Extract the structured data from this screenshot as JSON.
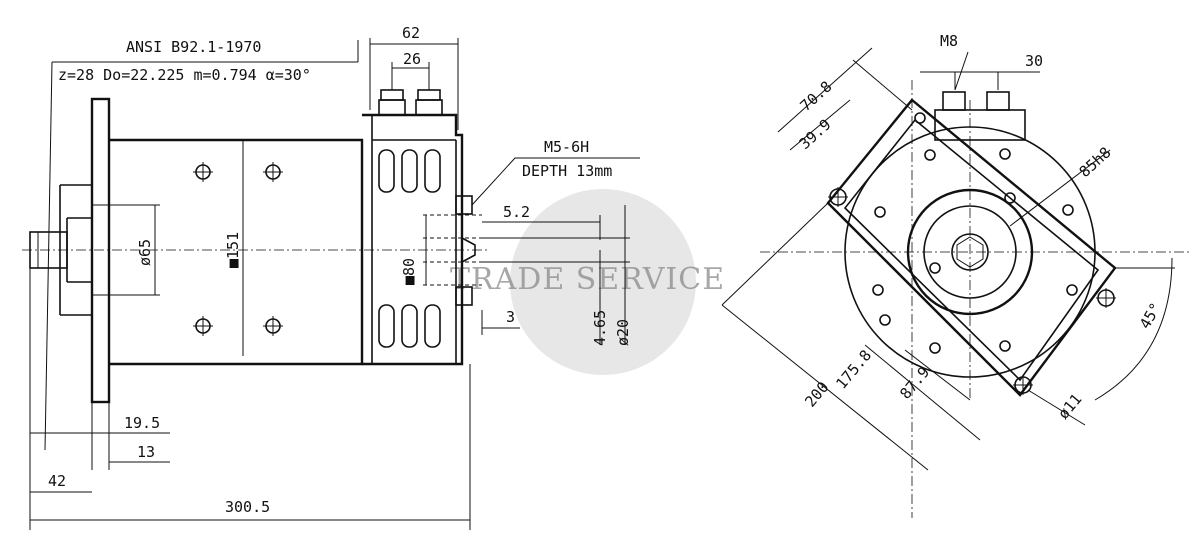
{
  "side_view": {
    "standard": "ANSI B92.1-1970",
    "spline": "z=28 Do=22.225 m=0.794 α=30°",
    "dim_62": "62",
    "dim_26": "26",
    "thread": "M5-6H",
    "thread_depth": "DEPTH 13mm",
    "dim_5_2": "5.2",
    "dim_3": "3",
    "dim_d65": "ø65",
    "dim_151": "■151",
    "dim_80": "■80",
    "dim_4_65": "4.65",
    "dim_d20": "ø20",
    "dim_19_5": "19.5",
    "dim_13": "13",
    "dim_42": "42",
    "dim_300_5": "300.5"
  },
  "end_view": {
    "dim_m8": "M8",
    "dim_30": "30",
    "dim_70_8": "70.8",
    "dim_39_9": "39.9",
    "dim_85h8": "85h8",
    "dim_45": "45°",
    "dim_175_8": "175.8",
    "dim_87_9": "87.9",
    "dim_200": "200",
    "dim_d11": "ø11"
  },
  "watermark": "TRADE SERVICE"
}
